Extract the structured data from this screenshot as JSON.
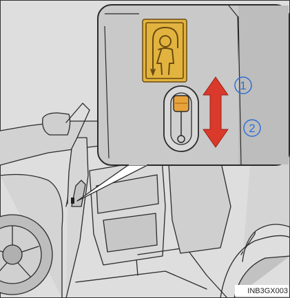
{
  "figure": {
    "steps": [
      "1",
      "2"
    ],
    "image_code": "INB3GX003"
  },
  "colors": {
    "background": "#dedede",
    "inset_background": "#c9c9c9",
    "line": "#2a2a2a",
    "arrow": "#d93a2b",
    "step_number": "#2e6fd3",
    "lock_tab": "#e7a23c",
    "sticker": "#e2b43f"
  },
  "icons": [
    "child-lock-sticker-icon",
    "double-arrow-icon",
    "lock-lever-icon"
  ]
}
